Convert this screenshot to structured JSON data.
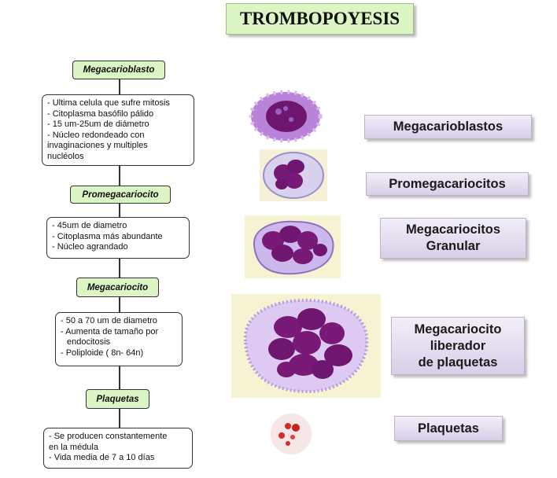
{
  "title": "TROMBOPOYESIS",
  "stages": [
    {
      "label": "Megacarioblasto",
      "desc": [
        "- Ultima celula que sufre mitosis",
        "- Citoplasma basófilo pálido",
        "- 15 um-25um de diámetro",
        "- Núcleo redondeado con",
        "invaginaciones y multiples",
        "nucléolos"
      ]
    },
    {
      "label": "Promegacariocito",
      "desc": [
        "- 45um de diametro",
        "-  Citoplasma más abundante",
        "- Núcleo agrandado"
      ]
    },
    {
      "label": "Megacariocito",
      "desc": [
        "- 50 a 70 um de diametro",
        "- Aumenta de tamaño por",
        "  endocitosis",
        "- Poliploide ( 8n- 64n)"
      ]
    },
    {
      "label": "Plaquetas",
      "desc": [
        "- Se producen constantemente",
        "en la médula",
        "- Vida media de 7 a 10 días"
      ]
    }
  ],
  "cell_names": [
    [
      "Megacarioblastos"
    ],
    [
      "Promegacariocitos"
    ],
    [
      "Megacariocitos",
      "Granular"
    ],
    [
      "Megacariocito",
      "liberador",
      "de plaquetas"
    ],
    [
      "Plaquetas"
    ]
  ],
  "colors": {
    "stage_fill": "#dcf5c4",
    "name_fill": "#e4dcf0",
    "nucleus": "#7a1a78",
    "cytoplasm": "#cfc4ee",
    "platelet": "#d42a2a"
  }
}
